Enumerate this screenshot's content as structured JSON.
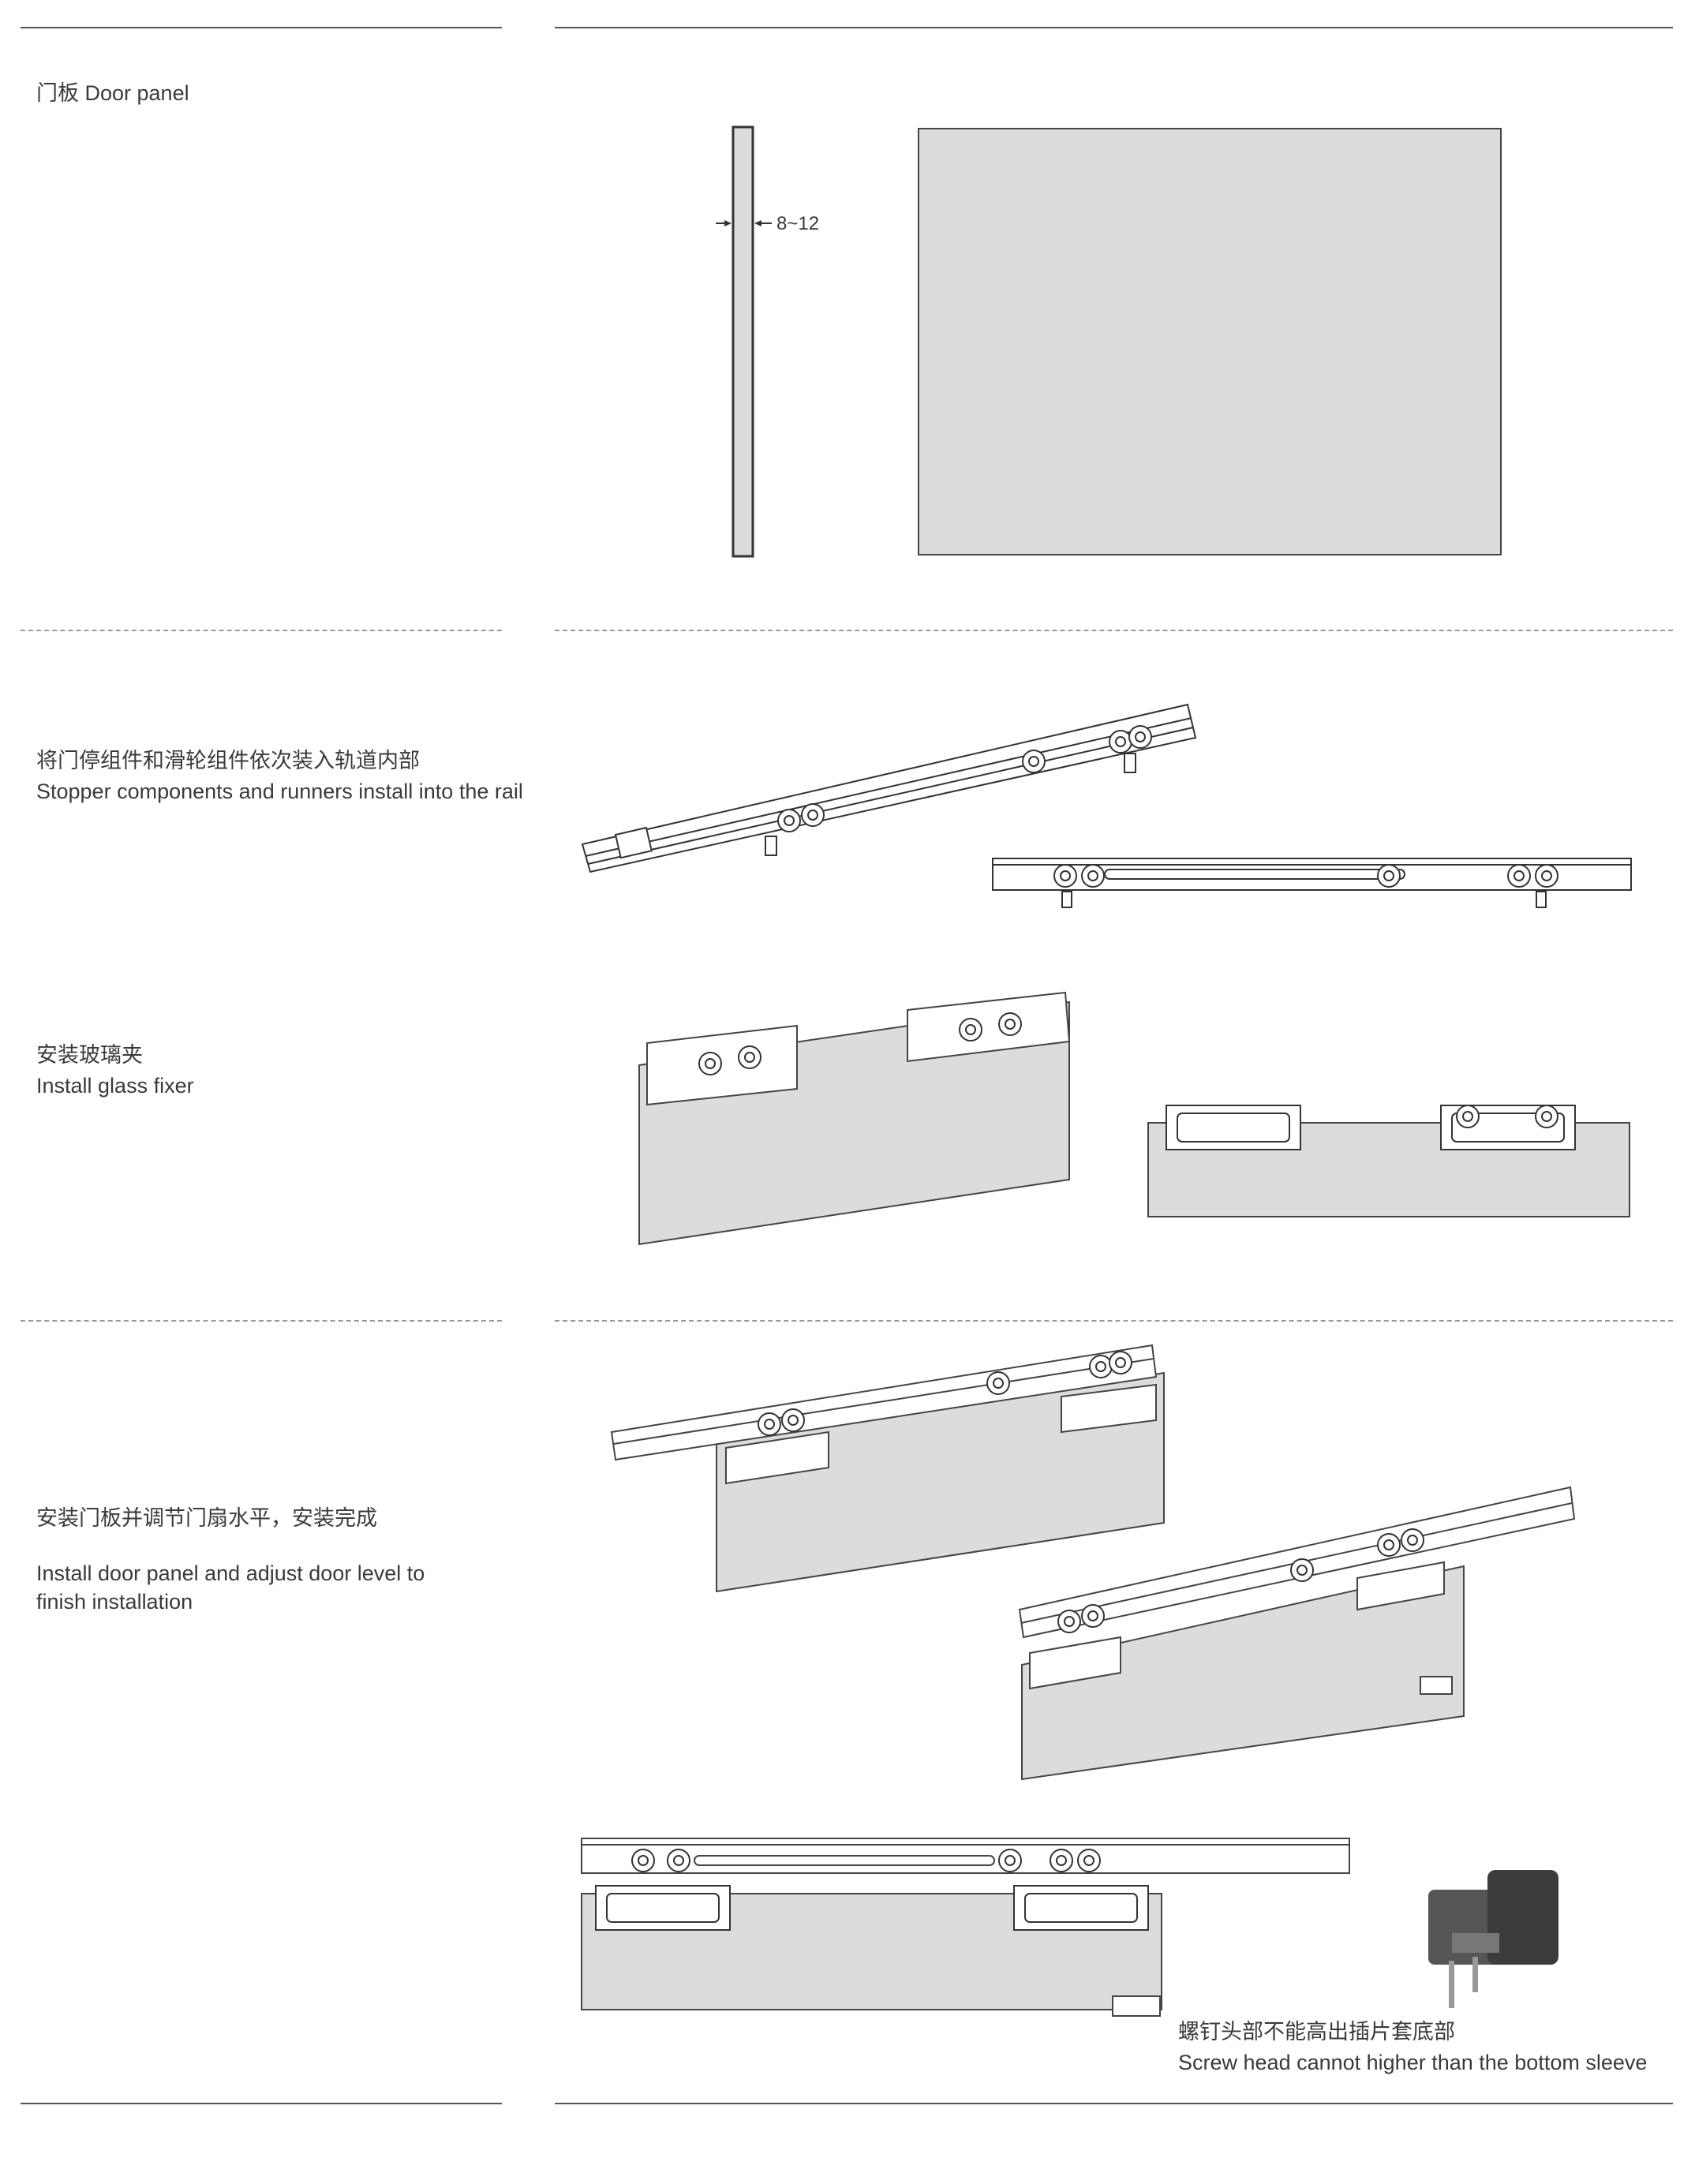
{
  "section_door_panel": {
    "title": "门板  Door panel",
    "thickness_label": "8~12"
  },
  "section_runners": {
    "title_cn": "将门停组件和滑轮组件依次装入轨道内部",
    "title_en": "Stopper components and runners install into the rail"
  },
  "section_glass_fixer": {
    "title_cn": "安装玻璃夹",
    "title_en": "Install glass fixer"
  },
  "section_install": {
    "title_cn": "安装门板并调节门扇水平，安装完成",
    "title_en_line1": "Install door panel  and adjust door level to",
    "title_en_line2": "finish installation"
  },
  "note": {
    "cn": "螺钉头部不能高出插片套底部",
    "en": "Screw head cannot higher than the bottom sleeve"
  },
  "colors": {
    "panel_fill": "#dcdcdc",
    "line": "#333333"
  }
}
